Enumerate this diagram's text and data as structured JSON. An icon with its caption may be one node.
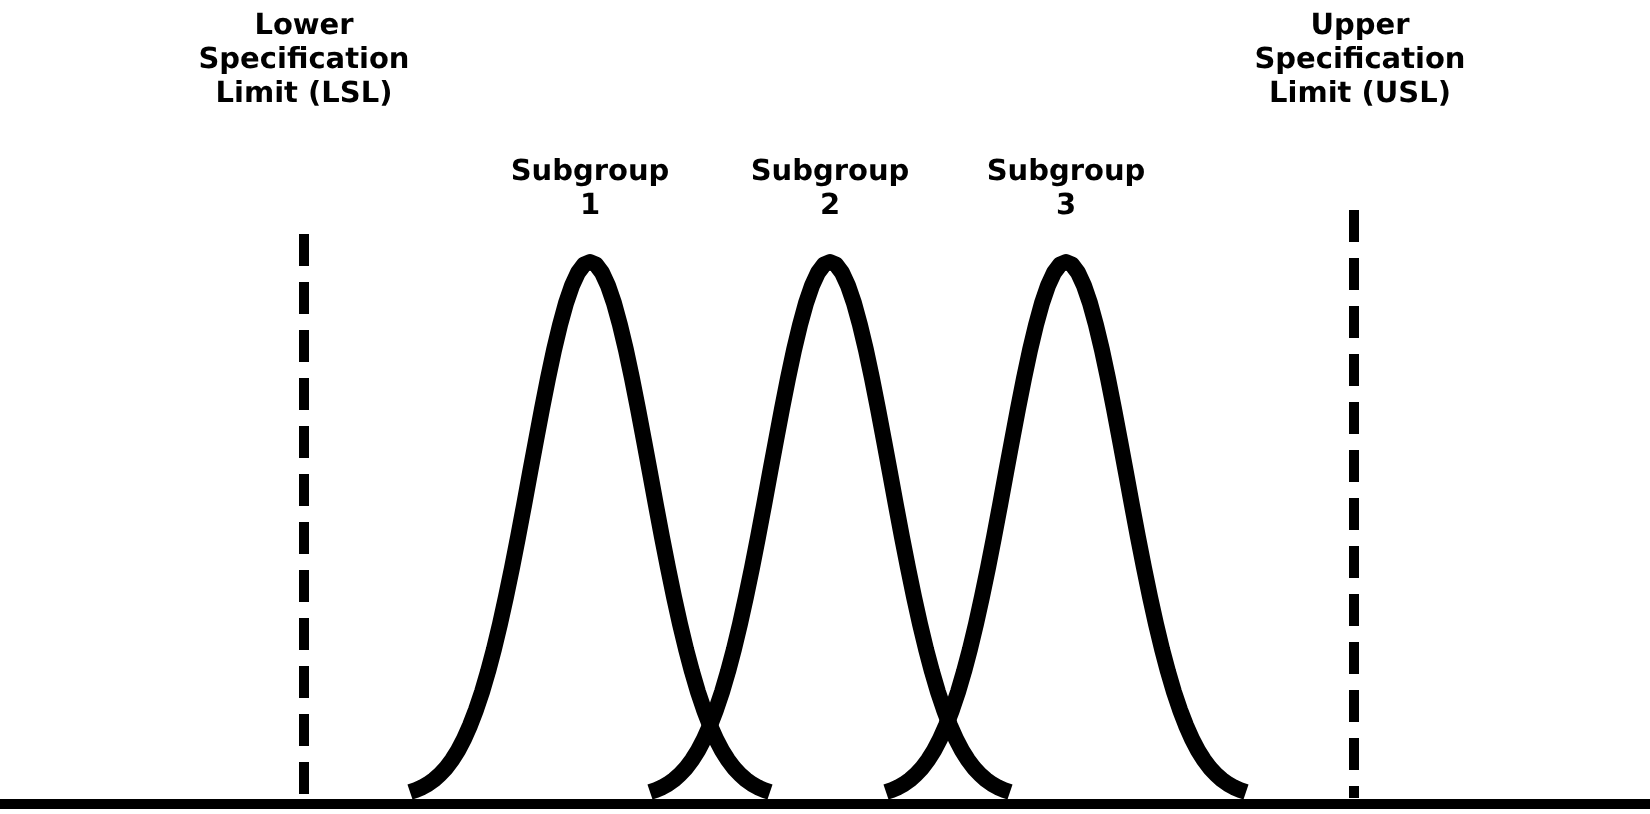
{
  "diagram": {
    "labels": [
      "Lower Specification Limit (LSL)",
      "Upper Specification Limit (USL)",
      "Subgroup 1",
      "Subgroup 2",
      "Subgroup 3"
    ]
  }
}
